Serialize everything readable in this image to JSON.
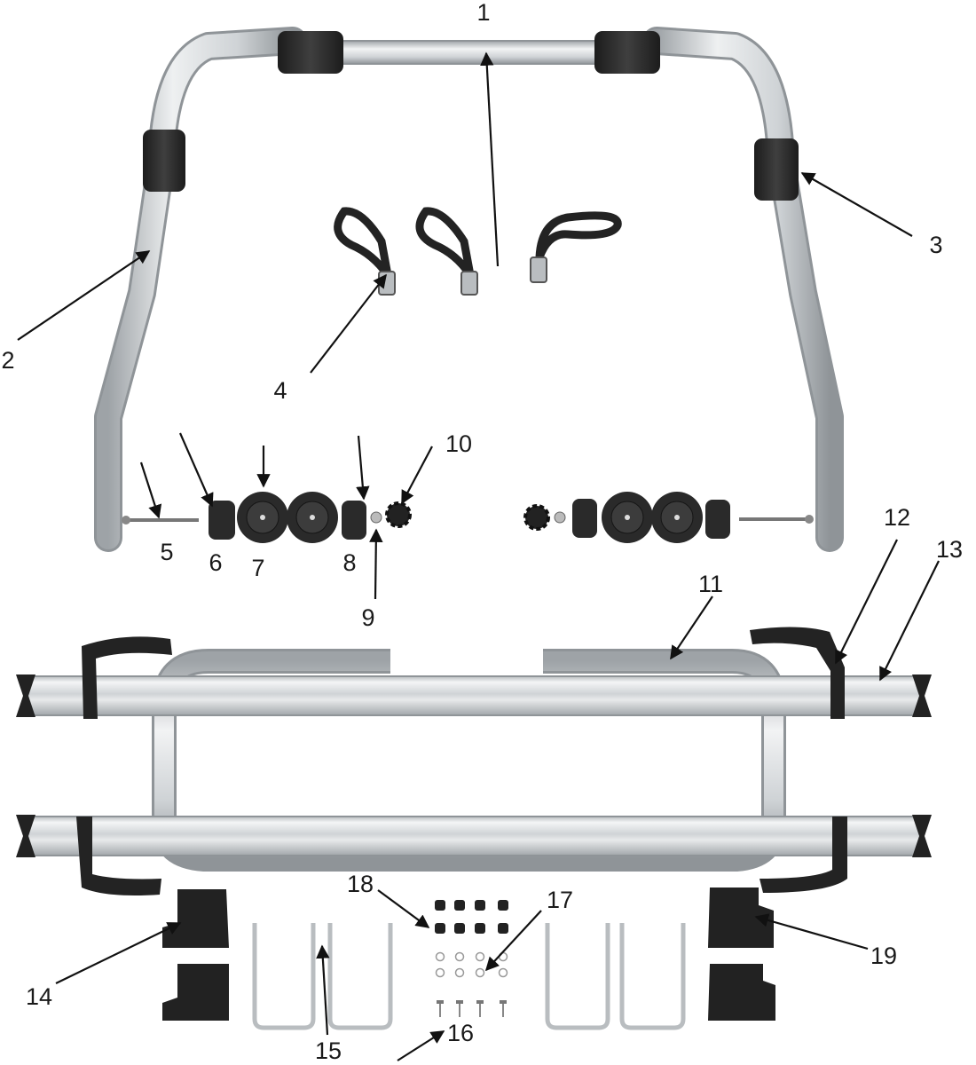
{
  "callouts": [
    {
      "id": "1",
      "label": "1"
    },
    {
      "id": "2",
      "label": "2"
    },
    {
      "id": "3",
      "label": "3"
    },
    {
      "id": "4",
      "label": "4"
    },
    {
      "id": "5",
      "label": "5"
    },
    {
      "id": "6",
      "label": "6"
    },
    {
      "id": "7",
      "label": "7"
    },
    {
      "id": "8",
      "label": "8"
    },
    {
      "id": "9",
      "label": "9"
    },
    {
      "id": "10",
      "label": "10"
    },
    {
      "id": "11",
      "label": "11"
    },
    {
      "id": "12",
      "label": "12"
    },
    {
      "id": "13",
      "label": "13"
    },
    {
      "id": "14",
      "label": "14"
    },
    {
      "id": "15",
      "label": "15"
    },
    {
      "id": "16",
      "label": "16"
    },
    {
      "id": "17",
      "label": "17"
    },
    {
      "id": "18",
      "label": "18"
    },
    {
      "id": "19",
      "label": "19"
    }
  ],
  "colors": {
    "aluminium": "#cfd3d6",
    "aluminium_light": "#eef0f1",
    "aluminium_dark": "#9ea3a7",
    "foam": "#2e2e2e",
    "strap": "#232323",
    "arrow": "#111111"
  }
}
